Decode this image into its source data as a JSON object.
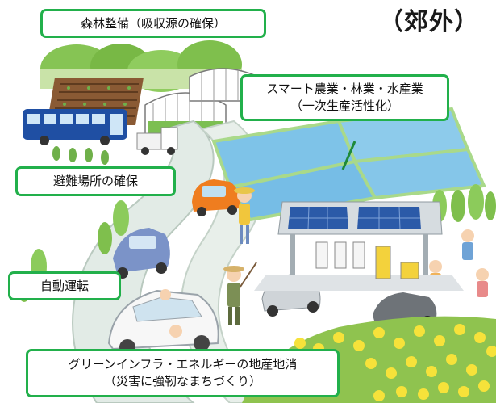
{
  "title": "（郊外）",
  "labels": {
    "forest": "森林整備（吸収源の確保）",
    "smart_line1": "スマート農業・林業・水産業",
    "smart_line2": "（一次生産活性化）",
    "shelter": "避難場所の確保",
    "autodrive": "自動運転",
    "green_line1": "グリーンインフラ・エネルギーの地産地消",
    "green_line2": "（災害に強靭なまちづくり）"
  },
  "colors": {
    "label_border": "#22b04b",
    "field_water": "#7ec3e8",
    "mountain": "#7fbf4d",
    "road": "#e2ebe6",
    "canola_flower": "#f6e23a"
  },
  "icons": [
    "mountain",
    "greenhouse",
    "bus",
    "truck",
    "tree",
    "car",
    "person",
    "solar-panel",
    "ev-charger",
    "canola-field"
  ]
}
